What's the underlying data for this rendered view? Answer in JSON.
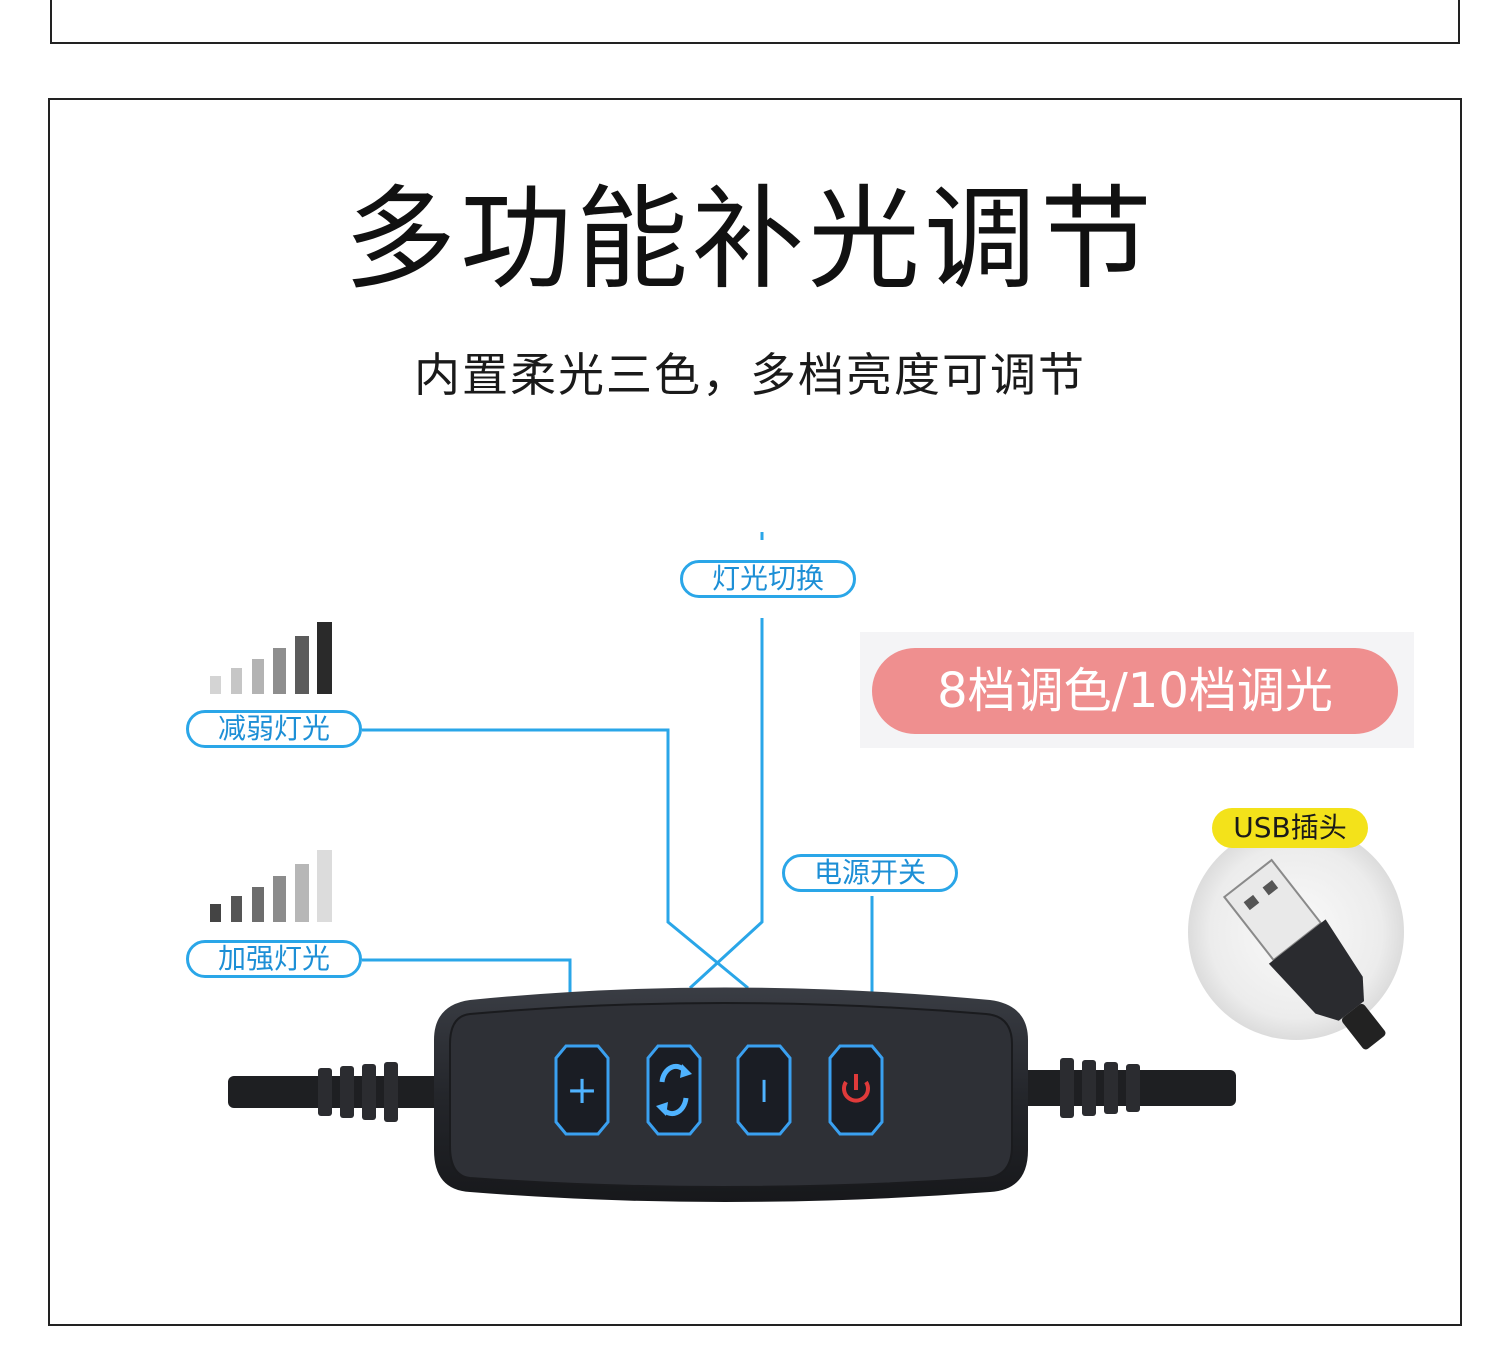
{
  "headline": "多功能补光调节",
  "subline": "内置柔光三色，多档亮度可调节",
  "callouts": {
    "light_switch": "灯光切换",
    "dim_light": "减弱灯光",
    "brighten_light": "加强灯光",
    "power_switch": "电源开关"
  },
  "promo": "8档调色/10档调光",
  "usb_label": "USB插头",
  "buttons": {
    "plus": "+",
    "minus": "I"
  },
  "colors": {
    "callout_blue": "#2aa6e8",
    "promo_pink": "#ef8f8f",
    "usb_yellow": "#f3e21a",
    "power_red": "#e03a3a"
  }
}
